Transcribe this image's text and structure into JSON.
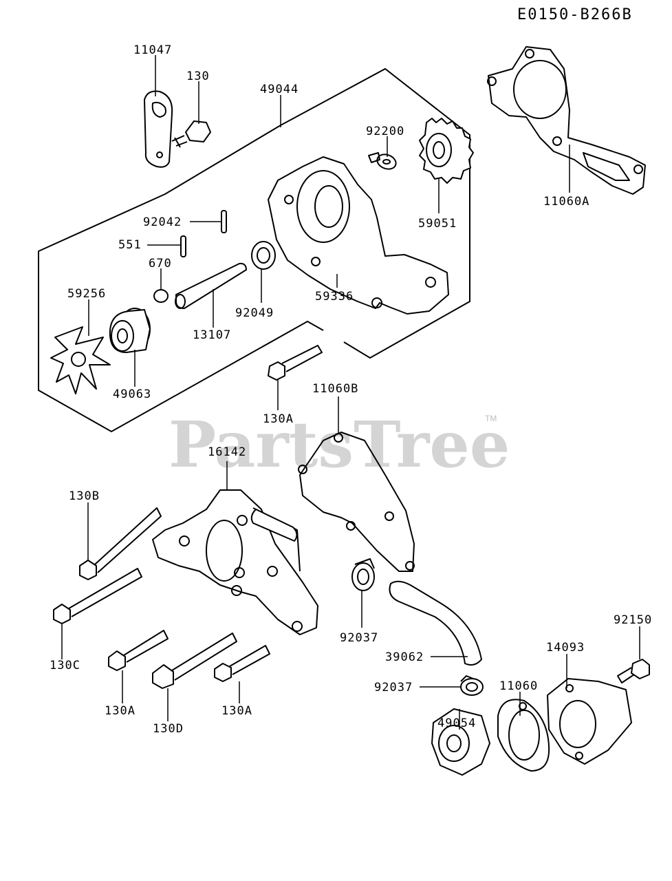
{
  "diagram_ref": "E0150-B266B",
  "watermark": {
    "text": "PartsTree",
    "trademark": "TM"
  },
  "callouts": {
    "p11047": "11047",
    "p130": "130",
    "p49044": "49044",
    "p92200": "92200",
    "p11060A": "11060A",
    "p59051": "59051",
    "p92042": "92042",
    "p551": "551",
    "p670": "670",
    "p59256": "59256",
    "p92049": "92049",
    "p59336": "59336",
    "p13107": "13107",
    "p49063": "49063",
    "p130A_top": "130A",
    "p11060B": "11060B",
    "p16142": "16142",
    "p130B": "130B",
    "p130C": "130C",
    "p92037_a": "92037",
    "p39062": "39062",
    "p92037_b": "92037",
    "p92150": "92150",
    "p14093": "14093",
    "p11060": "11060",
    "p49054": "49054",
    "p130A_l": "130A",
    "p130D": "130D",
    "p130A_r": "130A"
  }
}
